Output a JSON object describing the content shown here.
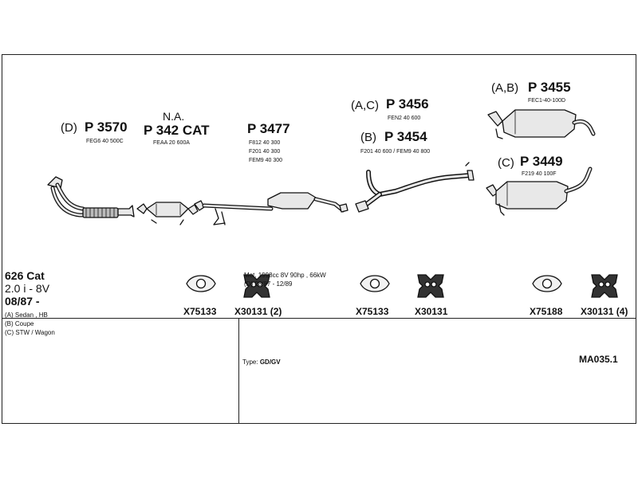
{
  "groups": [
    {
      "variant": "(D)",
      "part": "P 3570",
      "codes": [
        "FEG6 40 500C"
      ]
    },
    {
      "variant": "N.A.",
      "part": "P 342 CAT",
      "codes": [
        "FEAA 20 600A"
      ]
    },
    {
      "variant": "",
      "part": "P 3477",
      "codes": [
        "F812 40 300",
        "F201 40 300",
        "FEM9 40 300"
      ]
    },
    {
      "variant": "(A,C)",
      "part": "P 3456",
      "codes": [
        "FEN2 40 600"
      ]
    },
    {
      "variant": "(B)",
      "part": "P 3454",
      "codes": [
        "F201 40 600 / FEM9 40 800"
      ]
    },
    {
      "variant": "(A,B)",
      "part": "P 3455",
      "codes": [
        "FEC1-40-100D"
      ]
    },
    {
      "variant": "(C)",
      "part": "P 3449",
      "codes": [
        "F219 40 100F"
      ]
    }
  ],
  "fittings": [
    {
      "label": "X75133",
      "icon": "gasket-icon"
    },
    {
      "label": "X30131 (2)",
      "icon": "rubber-hanger-icon"
    },
    {
      "label": "X75133",
      "icon": "gasket-icon"
    },
    {
      "label": "X30131",
      "icon": "rubber-hanger-icon"
    },
    {
      "label": "X75188",
      "icon": "gasket-icon"
    },
    {
      "label": "X30131 (4)",
      "icon": "rubber-hanger-icon"
    }
  ],
  "vehicle": {
    "model": "626 Cat",
    "engine": "2.0 i - 8V",
    "years": "08/87 -",
    "body_types": [
      "(A) Sedan , HB",
      "(B) Coupe",
      "(C) STW / Wagon"
    ]
  },
  "engine_info": {
    "motor": "Mot. 1998cc 8V 90hp , 66kW",
    "period": "(D) 08/87 - 12/89"
  },
  "type": {
    "label": "Type:",
    "value": "GD/GV"
  },
  "catalog_code": "MA035.1"
}
